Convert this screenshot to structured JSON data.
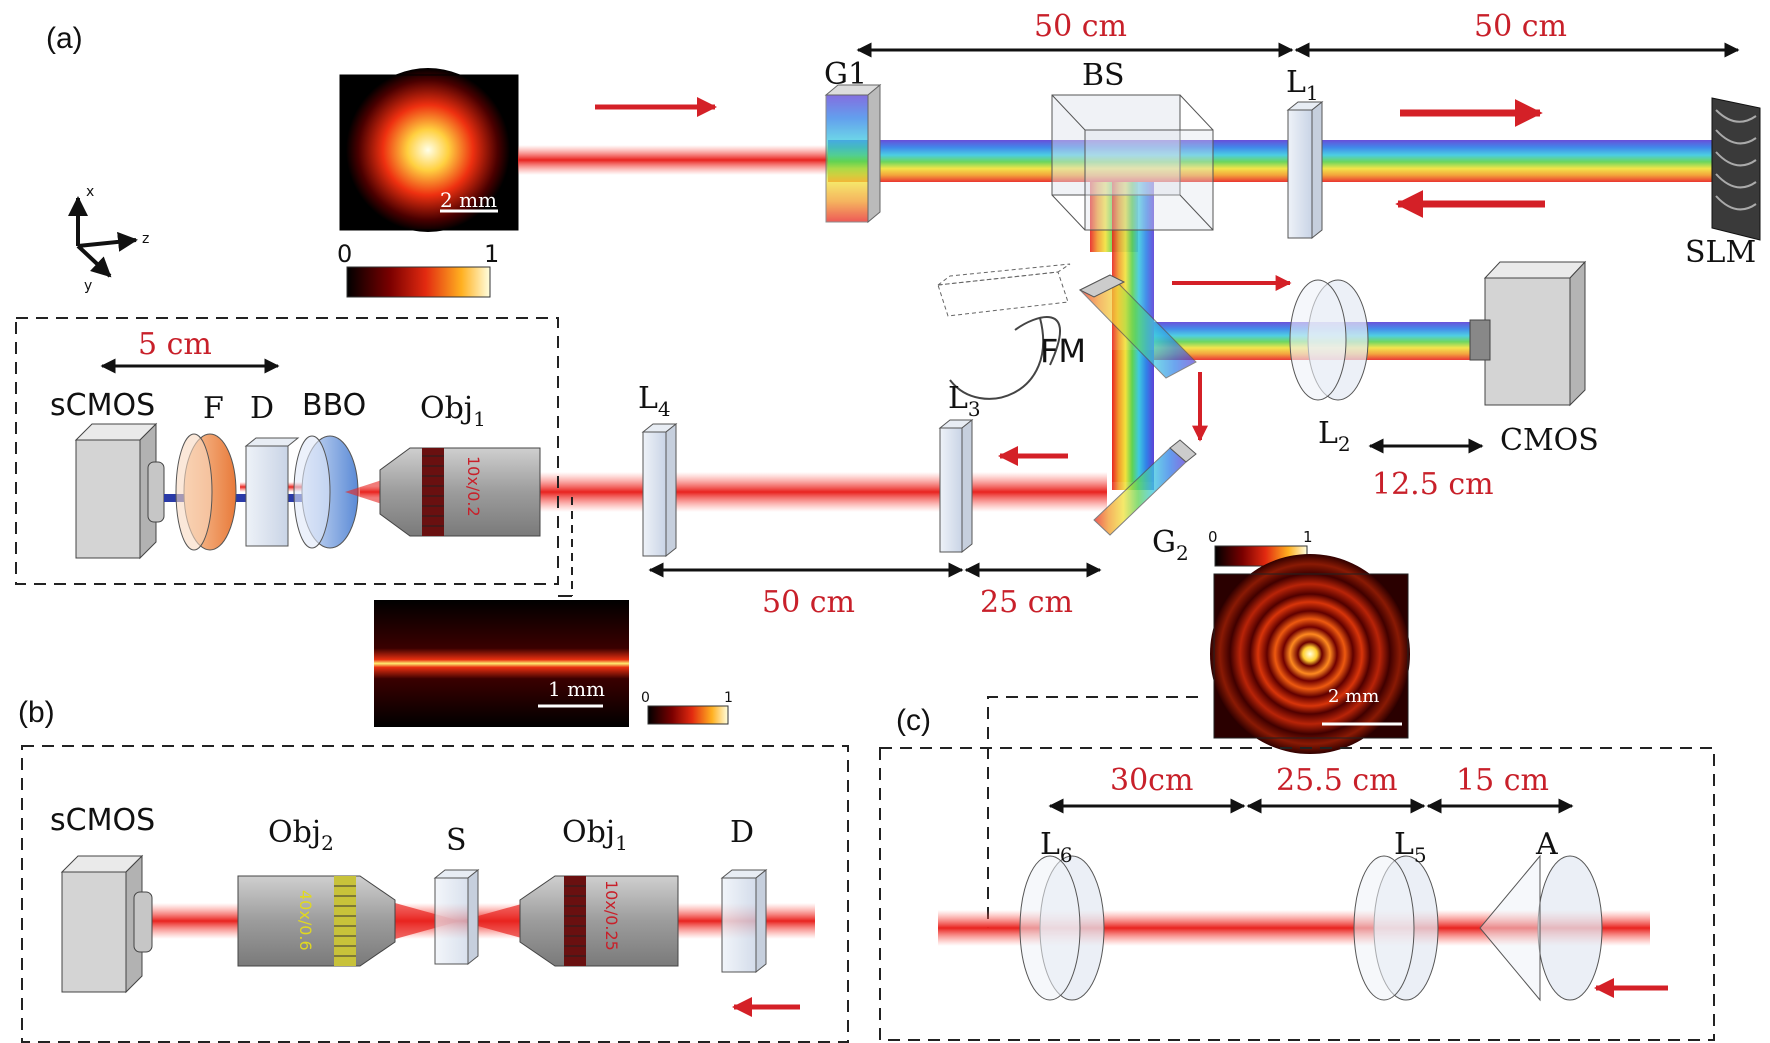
{
  "panels": {
    "a": "(a)",
    "b": "(b)",
    "c": "(c)"
  },
  "axes": {
    "x": "x",
    "y": "y",
    "z": "z"
  },
  "components": {
    "g1": "G1",
    "bs": "BS",
    "l1": "L",
    "l1_sub": "1",
    "slm": "SLM",
    "fm": "FM",
    "l2": "L",
    "l2_sub": "2",
    "cmos": "CMOS",
    "l3": "L",
    "l3_sub": "3",
    "l4": "L",
    "l4_sub": "4",
    "g2": "G",
    "g2_sub": "2",
    "sCMOS": "sCMOS",
    "f": "F",
    "d": "D",
    "bbo": "BBO",
    "obj1": "Obj",
    "obj1_sub": "1",
    "obj1_mark": "10x/0.2",
    "b_sCMOS": "sCMOS",
    "b_obj2": "Obj",
    "b_obj2_sub": "2",
    "b_obj2_mark": "40x/0.6",
    "b_s": "S",
    "b_obj1": "Obj",
    "b_obj1_sub": "1",
    "b_obj1_mark": "10x/0.25",
    "b_d": "D",
    "c_l6": "L",
    "c_l6_sub": "6",
    "c_l5": "L",
    "c_l5_sub": "5",
    "c_a": "A"
  },
  "distances": {
    "top_left": "50 cm",
    "top_right": "50 cm",
    "inset_5cm": "5 cm",
    "cmos_12_5": "12.5 cm",
    "mid_50": "50 cm",
    "mid_25": "25 cm",
    "c_30": "30cm",
    "c_25_5": "25.5 cm",
    "c_15": "15 cm"
  },
  "images": {
    "beam_scale": "2 mm",
    "beam_cbar_min": "0",
    "beam_cbar_max": "1",
    "line_scale": "1 mm",
    "line_cbar_min": "0",
    "line_cbar_max": "1",
    "rings_scale": "2 mm",
    "rings_cbar_min": "0",
    "rings_cbar_max": "1"
  },
  "colors": {
    "beam": "#e8231f",
    "arrow": "#d42027",
    "distance_text": "#c8202a"
  }
}
